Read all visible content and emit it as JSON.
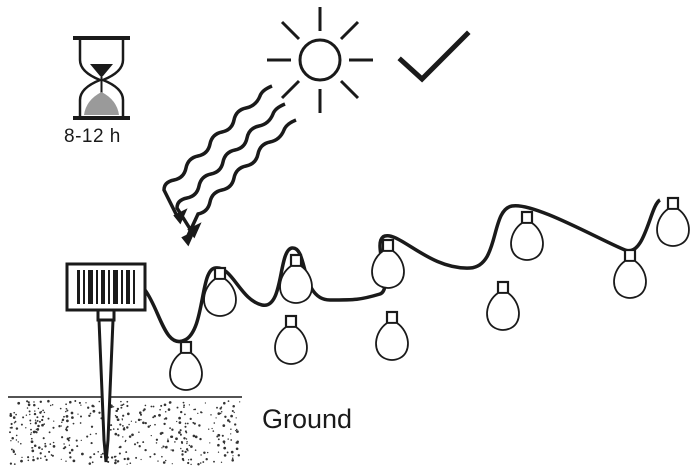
{
  "charging": {
    "duration_label": "8-12 h",
    "icons": [
      "hourglass-icon",
      "sun-icon",
      "checkmark-icon",
      "sun-rays-icon"
    ]
  },
  "ground": {
    "label": "Ground"
  },
  "device": {
    "parts": [
      "solar-panel",
      "ground-stake",
      "cable",
      "light-bulb"
    ],
    "bulb_count": 10
  },
  "colors": {
    "ink": "#1a1a1a",
    "background": "#ffffff",
    "soil_dots": "#333333"
  }
}
